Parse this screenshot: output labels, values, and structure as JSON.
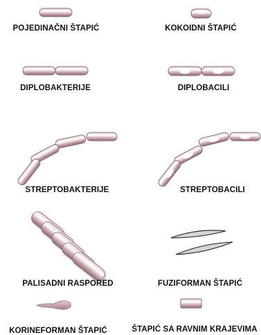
{
  "labels": {
    "single_rod": "POJEDINAČNI ŠTAPIĆ",
    "coccoid_rod": "KOKOIDNI ŠTAPIĆ",
    "diplobacteria": "DIPLOBAKTERIJE",
    "diplobacilli": "DIPLOBACILI",
    "streptobacteria": "STREPTOBAKTERIJE",
    "streptobacilli": "STREPTOBACILI",
    "palisade": "PALISADNI RASPORED",
    "fusiform": "FUZIFORMAN ŠTAPIĆ",
    "coryneform": "KORINEFORMAN ŠTAPIĆ",
    "square_ends": "ŠTAPIĆ SA RAVNIM KRAJEVIMA"
  },
  "colors": {
    "rod_fill": "#c9a3a8",
    "rod_edge": "#8a6b70",
    "highlight": "#ffffff",
    "fusiform_fill": "#d9d4cf",
    "fusiform_edge": "#222222"
  }
}
